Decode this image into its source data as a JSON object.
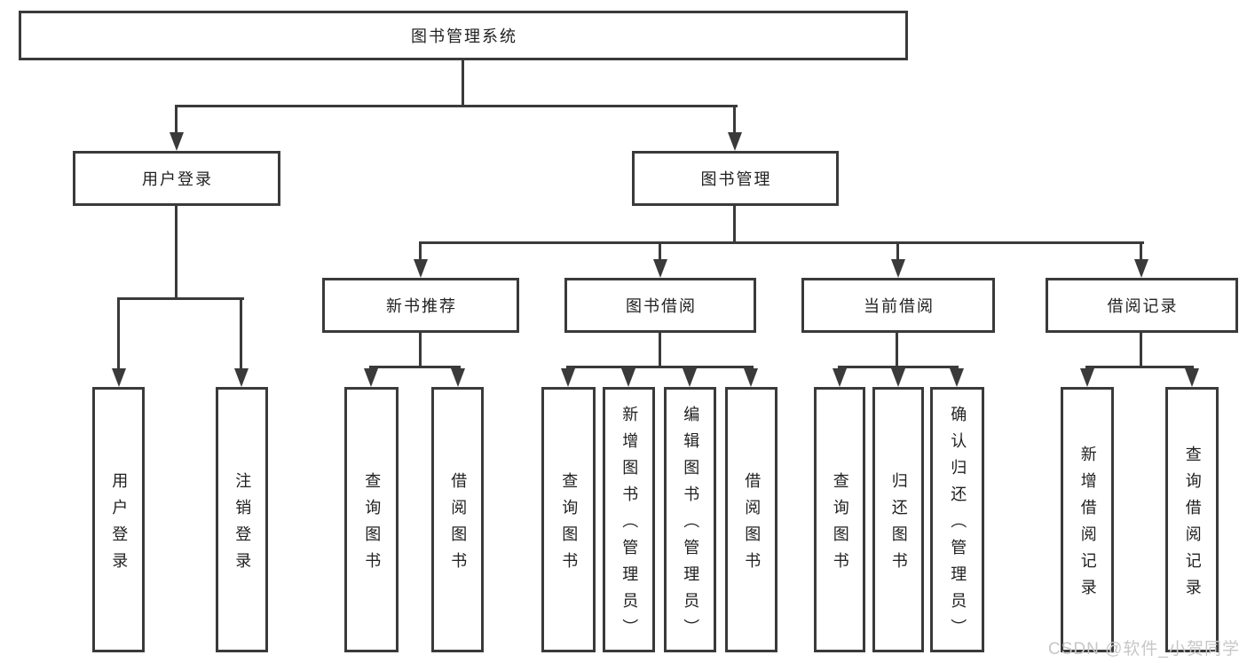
{
  "colors": {
    "line": "#3a3a3a",
    "text": "#212121",
    "watermark": "#c7c7c7",
    "background": "#ffffff"
  },
  "watermark": "CSDN @软件_小贺同学",
  "diagram": {
    "type": "hierarchy-tree",
    "nodes": {
      "root": "图书管理系统",
      "user_login_branch": "用户登录",
      "book_mgmt": "图书管理",
      "new_book_rec": "新书推荐",
      "book_borrow": "图书借阅",
      "current_borrow": "当前借阅",
      "borrow_records": "借阅记录",
      "user_login_leaf": "用户登录",
      "logout_leaf": "注销登录",
      "nb_query_books": "查询图书",
      "nb_borrow_books": "借阅图书",
      "bb_query_books": "查询图书",
      "bb_add_books": "新增图书（管理员）",
      "bb_edit_books": "编辑图书（管理员）",
      "bb_borrow_books": "借阅图书",
      "cb_query_books": "查询图书",
      "cb_return_books": "归还图书",
      "cb_confirm_return": "确认归还（管理员）",
      "br_add_record": "新增借阅记录",
      "br_query_record": "查询借阅记录"
    },
    "hierarchy": {
      "label": "图书管理系统",
      "children": [
        {
          "label": "用户登录",
          "children": [
            {
              "label": "用户登录"
            },
            {
              "label": "注销登录"
            }
          ]
        },
        {
          "label": "图书管理",
          "children": [
            {
              "label": "新书推荐",
              "children": [
                {
                  "label": "查询图书"
                },
                {
                  "label": "借阅图书"
                }
              ]
            },
            {
              "label": "图书借阅",
              "children": [
                {
                  "label": "查询图书"
                },
                {
                  "label": "新增图书（管理员）"
                },
                {
                  "label": "编辑图书（管理员）"
                },
                {
                  "label": "借阅图书"
                }
              ]
            },
            {
              "label": "当前借阅",
              "children": [
                {
                  "label": "查询图书"
                },
                {
                  "label": "归还图书"
                },
                {
                  "label": "确认归还（管理员）"
                }
              ]
            },
            {
              "label": "借阅记录",
              "children": [
                {
                  "label": "新增借阅记录"
                },
                {
                  "label": "查询借阅记录"
                }
              ]
            }
          ]
        }
      ]
    }
  }
}
